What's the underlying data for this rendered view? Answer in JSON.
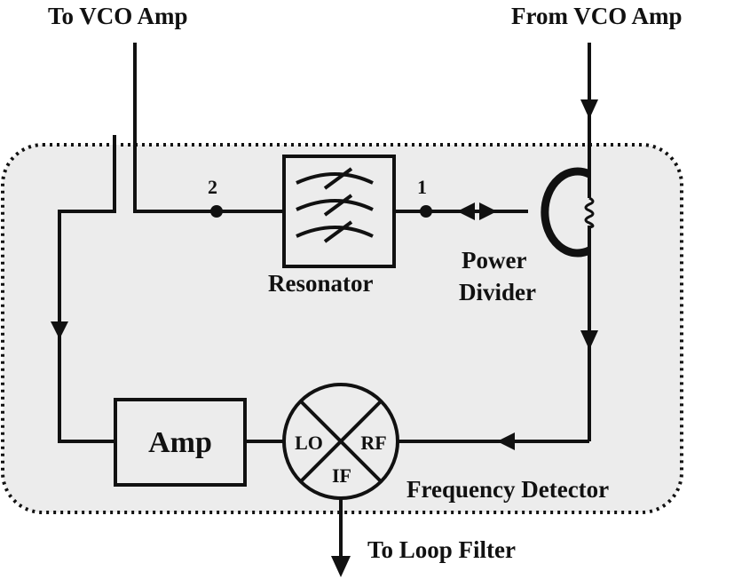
{
  "colors": {
    "ink": "#111111",
    "region_fill": "#ececec",
    "background": "#ffffff"
  },
  "labels": {
    "to_vco_amp": "To VCO Amp",
    "from_vco_amp": "From VCO Amp",
    "resonator": "Resonator",
    "port_1": "1",
    "port_2": "2",
    "power_divider_line1": "Power",
    "power_divider_line2": "Divider",
    "amp": "Amp",
    "mixer_lo": "LO",
    "mixer_rf": "RF",
    "mixer_if": "IF",
    "frequency_detector": "Frequency Detector",
    "to_loop_filter": "To Loop Filter"
  }
}
